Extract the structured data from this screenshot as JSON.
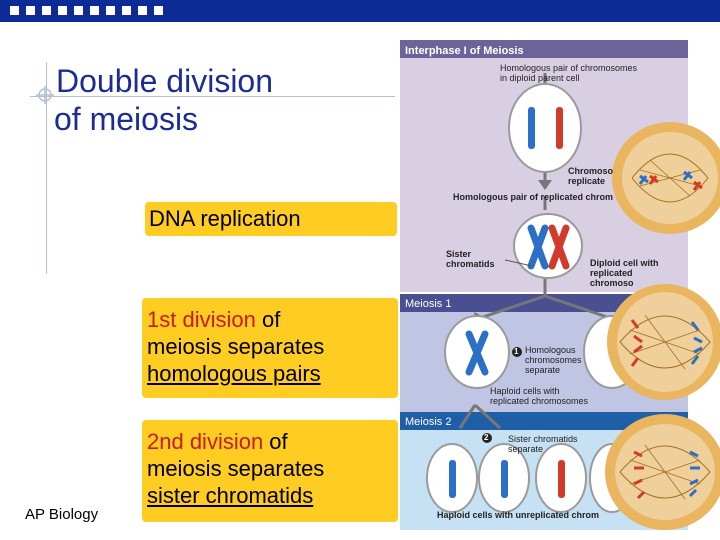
{
  "slide": {
    "title_line1": "Double division",
    "title_line2": "of meiosis",
    "dna_replication": "DNA replication",
    "division1": {
      "red": "1st division",
      "rest": " of",
      "line2": "meiosis separates",
      "line3": "homologous pairs"
    },
    "division2": {
      "red": "2nd division",
      "rest": " of",
      "line2": "meiosis separates",
      "line3": "sister chromatids"
    },
    "footer": "AP Biology"
  },
  "figure": {
    "header_interphase": "Interphase I of Meiosis",
    "homologous_pair_diploid_line1": "Homologous pair of chromosomes",
    "homologous_pair_diploid_line2": "in diploid parent cell",
    "chromosomes_replicate_line1": "Chromoso",
    "chromosomes_replicate_line2": "replicate",
    "homologous_pair_replicated": "Homologous pair of replicated chrom",
    "sister_chromatids_line1": "Sister",
    "sister_chromatids_line2": "chromatids",
    "diploid_cell_line1": "Diploid cell with",
    "diploid_cell_line2": "replicated",
    "diploid_cell_line3": "chromoso",
    "header_meiosis1": "Meiosis 1",
    "step1_number": "1",
    "step1_line1": "Homologous",
    "step1_line2": "chromosomes",
    "step1_line3": "separate",
    "haploid_replicated_line1": "Haploid cells with",
    "haploid_replicated_line2": "replicated chromosomes",
    "header_meiosis2": "Meiosis 2",
    "step2_number": "2",
    "step2_line1": "Sister chromatids",
    "step2_line2": "separate",
    "haploid_unreplicated": "Haploid cells with unreplicated chrom"
  },
  "colors": {
    "top_bar": "#0d2b96",
    "title": "#1b2c96",
    "highlight_box": "#ffcc22",
    "emphasis_red": "#cc1a1a",
    "interphase_panel": "#d9cfe3",
    "meiosis1_panel": "#bfc5e3",
    "meiosis2_panel": "#c5e1f3",
    "meiosis1_header": "#4a4f92",
    "meiosis2_header": "#1f5fa8",
    "chromosome_blue": "#2b6fc6",
    "chromosome_red": "#d23a2a"
  },
  "icons": [
    "slide-top-bar",
    "crosshair-icon",
    "cell-icon",
    "chromosome-icon",
    "arrow-icon",
    "micrograph-image"
  ]
}
